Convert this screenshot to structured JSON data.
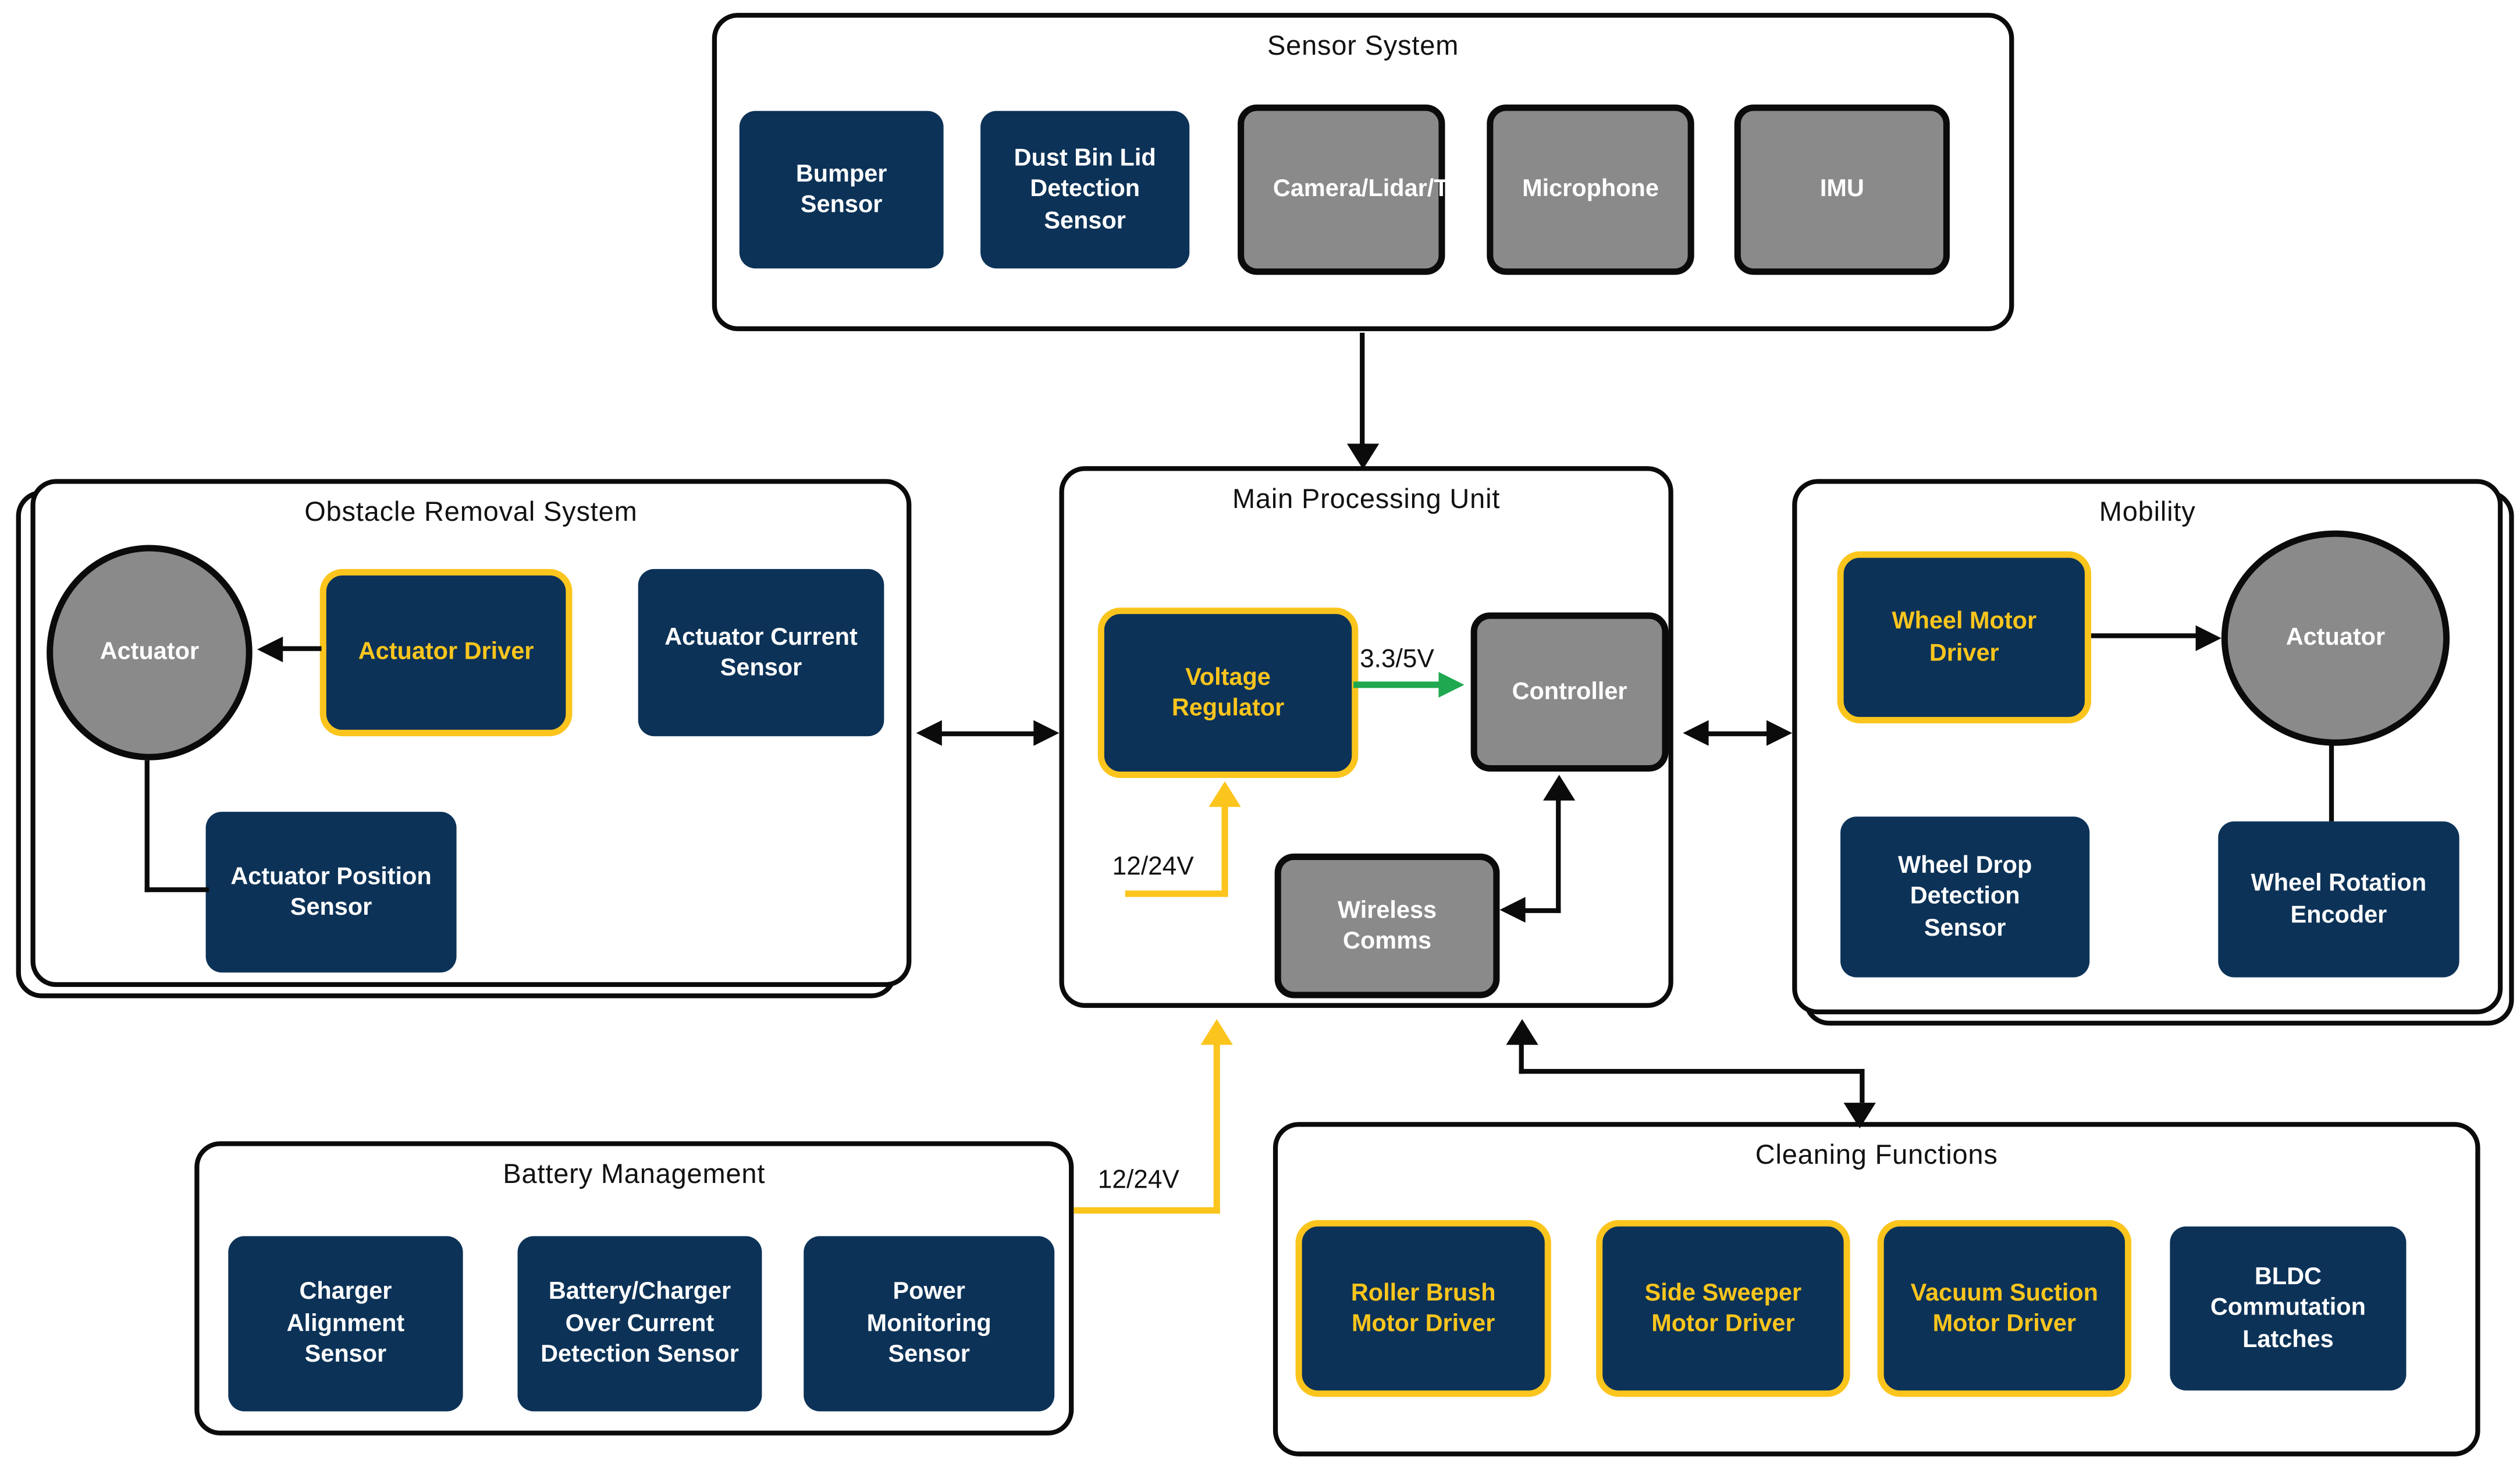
{
  "palette": {
    "navy": "#0c3257",
    "gray": "#8a8a8a",
    "yellow": "#fbc51d",
    "green": "#1fa84f",
    "line_black": "#0b0b0b",
    "background": "#ffffff",
    "text_light": "#ffffff",
    "text_dark": "#111111"
  },
  "sections": {
    "sensor_system": {
      "title": "Sensor System",
      "blocks": [
        {
          "label": "Bumper Sensor",
          "style": "navy"
        },
        {
          "label": "Dust Bin Lid Detection Sensor",
          "style": "navy"
        },
        {
          "label": "Camera/Lidar/TOF",
          "style": "gray"
        },
        {
          "label": "Microphone",
          "style": "gray"
        },
        {
          "label": "IMU",
          "style": "gray"
        }
      ]
    },
    "obstacle_removal": {
      "title": "Obstacle Removal System",
      "blocks": [
        {
          "label": "Actuator",
          "style": "gray-ellipse"
        },
        {
          "label": "Actuator Driver",
          "style": "driver-yellow"
        },
        {
          "label": "Actuator Current Sensor",
          "style": "navy"
        },
        {
          "label": "Actuator Position Sensor",
          "style": "navy"
        }
      ]
    },
    "main_processing": {
      "title": "Main Processing Unit",
      "blocks": [
        {
          "label": "Voltage Regulator",
          "style": "driver-yellow"
        },
        {
          "label": "Controller",
          "style": "gray"
        },
        {
          "label": "Wireless Comms",
          "style": "gray"
        }
      ]
    },
    "mobility": {
      "title": "Mobility",
      "blocks": [
        {
          "label": "Wheel Motor Driver",
          "style": "driver-yellow"
        },
        {
          "label": "Actuator",
          "style": "gray-ellipse"
        },
        {
          "label": "Wheel Drop Detection Sensor",
          "style": "navy"
        },
        {
          "label": "Wheel Rotation Encoder",
          "style": "navy"
        }
      ]
    },
    "battery_management": {
      "title": "Battery Management",
      "blocks": [
        {
          "label": "Charger Alignment Sensor",
          "style": "navy"
        },
        {
          "label": "Battery/Charger Over Current Detection Sensor",
          "style": "navy"
        },
        {
          "label": "Power Monitoring Sensor",
          "style": "navy"
        }
      ]
    },
    "cleaning_functions": {
      "title": "Cleaning Functions",
      "blocks": [
        {
          "label": "Roller Brush Motor Driver",
          "style": "driver-yellow"
        },
        {
          "label": "Side Sweeper Motor Driver",
          "style": "driver-yellow"
        },
        {
          "label": "Vacuum Suction Motor Driver",
          "style": "driver-yellow"
        },
        {
          "label": "BLDC Commutation Latches",
          "style": "navy"
        }
      ]
    }
  },
  "annotations": {
    "regulator_output": "3.3/5V",
    "regulator_input": "12/24V",
    "battery_output": "12/24V"
  },
  "connections": [
    {
      "from": "Sensor System",
      "to": "Main Processing Unit",
      "type": "arrow",
      "color": "black"
    },
    {
      "from": "Obstacle Removal System",
      "to": "Main Processing Unit",
      "type": "double-arrow",
      "color": "black"
    },
    {
      "from": "Main Processing Unit",
      "to": "Mobility",
      "type": "double-arrow",
      "color": "black"
    },
    {
      "from": "Actuator Driver",
      "to": "Actuator",
      "type": "arrow",
      "color": "black"
    },
    {
      "from": "Actuator",
      "to": "Actuator Position Sensor",
      "type": "line",
      "color": "black"
    },
    {
      "from": "Wheel Motor Driver",
      "to": "Actuator",
      "type": "arrow",
      "color": "black"
    },
    {
      "from": "Actuator",
      "to": "Wheel Rotation Encoder",
      "type": "line",
      "color": "black"
    },
    {
      "from": "Voltage Regulator",
      "to": "Controller",
      "type": "arrow",
      "color": "green",
      "label": "3.3/5V"
    },
    {
      "from": "12/24V supply",
      "to": "Voltage Regulator",
      "type": "arrow",
      "color": "yellow",
      "label": "12/24V"
    },
    {
      "from": "Battery Management",
      "to": "Main Processing Unit",
      "type": "arrow",
      "color": "yellow",
      "label": "12/24V"
    },
    {
      "from": "Controller",
      "to": "Wireless Comms",
      "type": "elbow-double-arrow",
      "color": "black"
    },
    {
      "from": "Main Processing Unit",
      "to": "Cleaning Functions",
      "type": "elbow-double-arrow",
      "color": "black"
    }
  ]
}
